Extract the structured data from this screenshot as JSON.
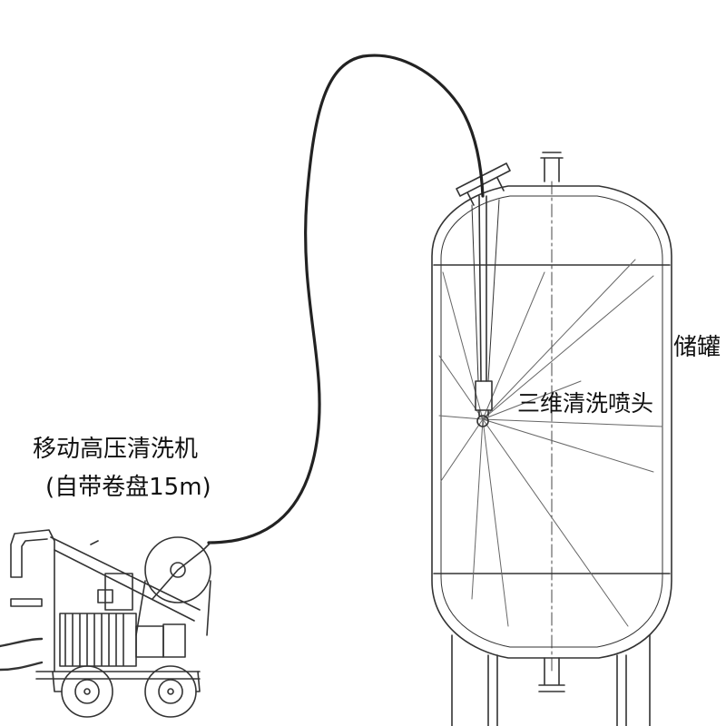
{
  "labels": {
    "machine_title": "移动高压清洗机",
    "machine_subtitle": "(自带卷盘15m)",
    "nozzle": "三维清洗喷头",
    "tank": "储罐"
  },
  "colors": {
    "line": "#333333",
    "hose": "#222222",
    "background": "#ffffff"
  }
}
